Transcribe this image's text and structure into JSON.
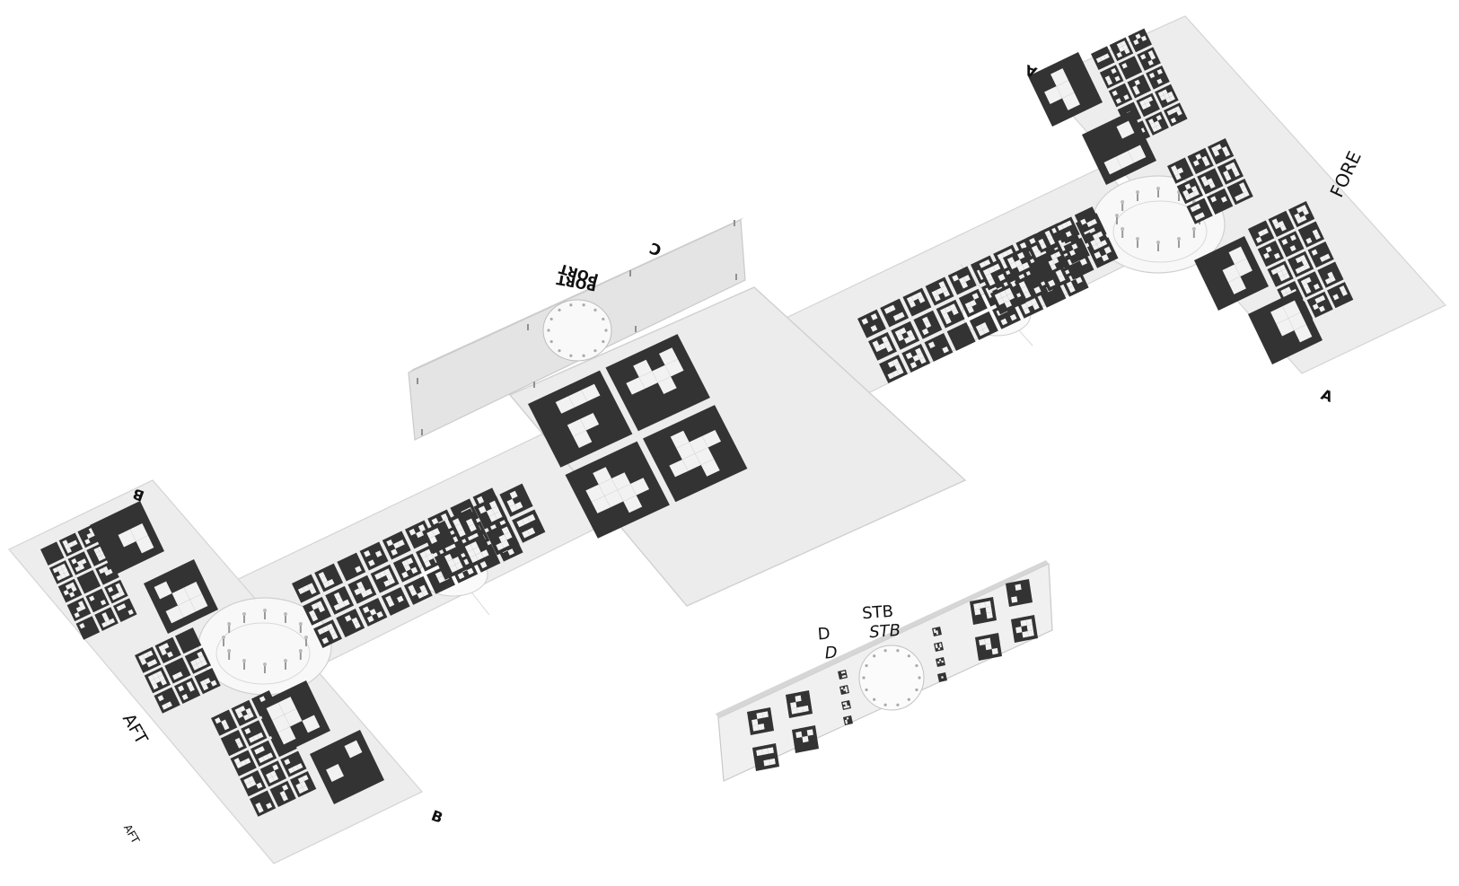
{
  "labels": {
    "fore": "FORE",
    "aft_upper": "AFT",
    "aft_lower": "AFT",
    "a_top": "A",
    "a_bottom": "A",
    "b_top": "B",
    "b_bottom": "B",
    "c": "C",
    "port_1": "PORT",
    "port_2": "PORT",
    "d_1": "D",
    "d_2": "D",
    "stb_1": "STB",
    "stb_2": "STB"
  },
  "colors": {
    "plate": "#ededed",
    "plate_edge": "#d4d4d4",
    "marker": "#333333",
    "marker_light": "#f2f2f2",
    "side_panel": "#e4e4e4",
    "text": "#111111"
  }
}
